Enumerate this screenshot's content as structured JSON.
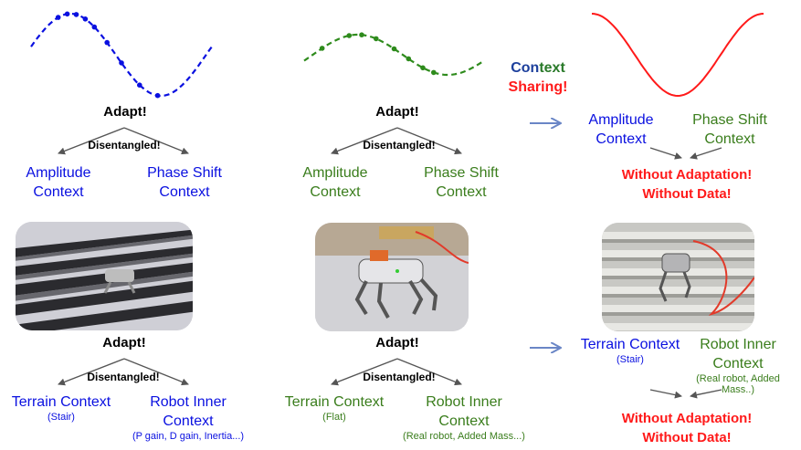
{
  "colors": {
    "blue": "#0a10e0",
    "green": "#3a7d1c",
    "red": "#ff1a1a",
    "arrow": "#6a86c6",
    "context_word": "#1c3f9c",
    "context_green": "#2a7a2a"
  },
  "row1": {
    "col1": {
      "adapt": "Adapt!",
      "disentangled": "Disentangled!",
      "left_line1": "Amplitude",
      "left_line2": "Context",
      "right_line1": "Phase Shift",
      "right_line2": "Context"
    },
    "col2": {
      "adapt": "Adapt!",
      "disentangled": "Disentangled!",
      "left_line1": "Amplitude",
      "left_line2": "Context",
      "right_line1": "Phase Shift",
      "right_line2": "Context"
    },
    "sharing": {
      "context_part1": "Con",
      "context_part2": "text",
      "sharing": "Sharing!"
    },
    "col3": {
      "left_line1": "Amplitude",
      "left_line2": "Context",
      "right_line1": "Phase Shift",
      "right_line2": "Context",
      "result_line1": "Without Adaptation!",
      "result_line2": "Without Data!"
    }
  },
  "row2": {
    "col1": {
      "adapt": "Adapt!",
      "disentangled": "Disentangled!",
      "left_line1": "Terrain Context",
      "left_sub": "(Stair)",
      "right_line1": "Robot Inner",
      "right_line2": "Context",
      "right_sub": "(P gain, D gain, Inertia...)"
    },
    "col2": {
      "adapt": "Adapt!",
      "disentangled": "Disentangled!",
      "left_line1": "Terrain Context",
      "left_sub": "(Flat)",
      "right_line1": "Robot Inner",
      "right_line2": "Context",
      "right_sub": "(Real robot, Added Mass...)"
    },
    "col3": {
      "left_line1": "Terrain Context",
      "left_sub": "(Stair)",
      "right_line1": "Robot Inner",
      "right_line2": "Context",
      "right_sub1": "(Real robot, Added",
      "right_sub2": "Mass..)",
      "result_line1": "Without Adaptation!",
      "result_line2": "Without Data!"
    }
  }
}
